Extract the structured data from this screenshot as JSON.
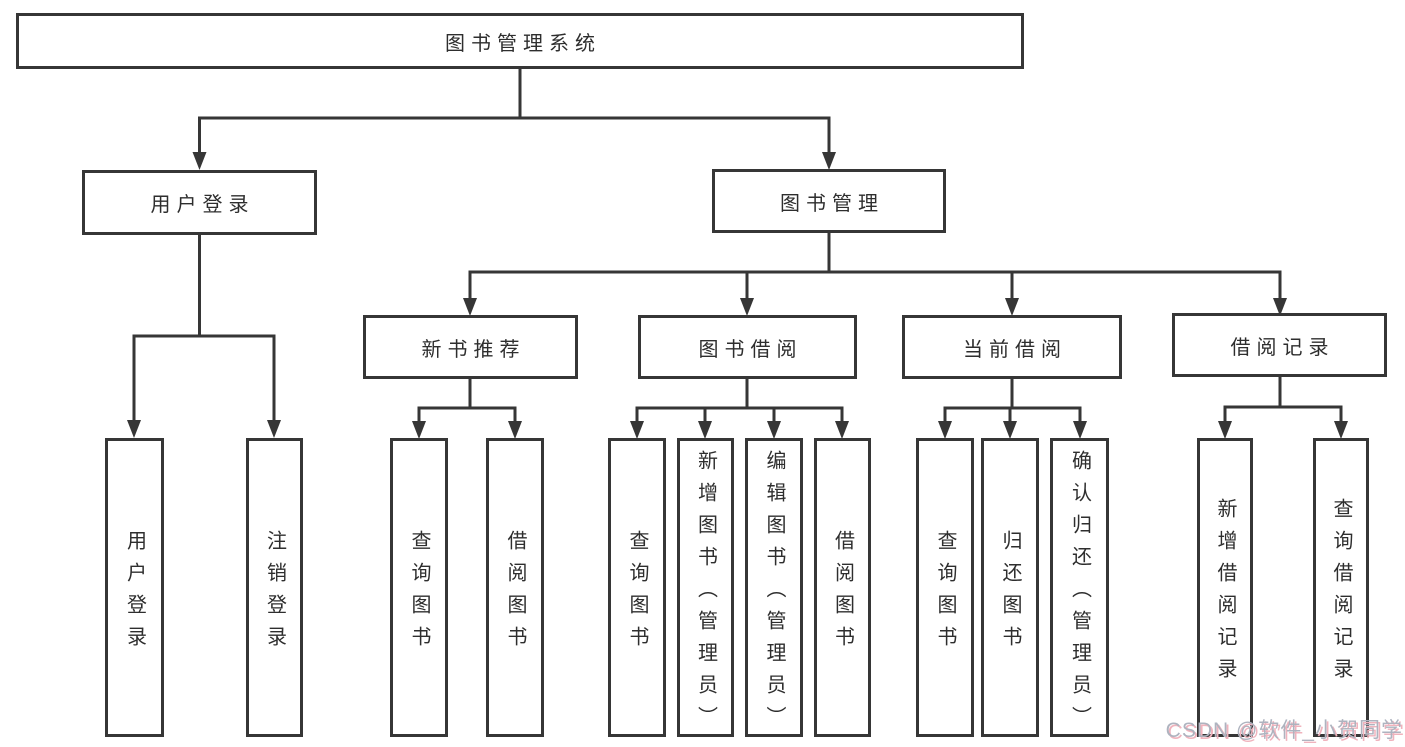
{
  "tree": {
    "root": "图书管理系统",
    "branches": [
      {
        "label": "用户登录",
        "children": [
          "用户登录",
          "注销登录"
        ]
      },
      {
        "label": "图书管理",
        "children": [
          {
            "label": "新书推荐",
            "children": [
              "查询图书",
              "借阅图书"
            ]
          },
          {
            "label": "图书借阅",
            "children": [
              "查询图书",
              "新增图书（管理员）",
              "编辑图书（管理员）",
              "借阅图书"
            ]
          },
          {
            "label": "当前借阅",
            "children": [
              "查询图书",
              "归还图书",
              "确认归还（管理员）"
            ]
          },
          {
            "label": "借阅记录",
            "children": [
              "新增借阅记录",
              "查询借阅记录"
            ]
          }
        ]
      }
    ]
  },
  "watermark": {
    "text": "CSDN @软件_小贺同学"
  },
  "colors": {
    "border": "#363636",
    "line": "#363636",
    "text": "#2e2e2e",
    "background": "#ffffff",
    "watermark_text": "#aeb3bf",
    "watermark_shadow": "#f0b3bd"
  }
}
